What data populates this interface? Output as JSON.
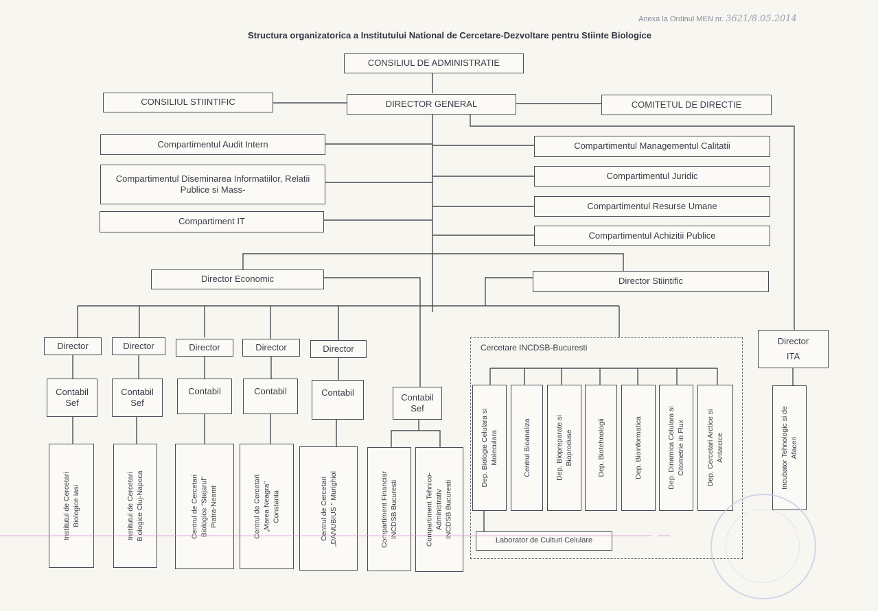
{
  "header": {
    "annex_text": "Anexa la Ordinul MEN nr.",
    "annex_handwritten": "3621/8.05.2014",
    "title": "Structura organizatorica a Institutului National de Cercetare-Dezvoltare pentru Stiinte Biologice"
  },
  "top": {
    "board": "CONSILIUL DE ADMINISTRATIE",
    "director_general": "DIRECTOR GENERAL",
    "scientific_council": "CONSILIUL STIINTIFIC",
    "steering_committee": "COMITETUL DE DIRECTIE"
  },
  "left_departments": [
    "Compartimentul Audit Intern",
    "Compartimentul Diseminarea Informatiilor, Relatii Publice si Mass-",
    "Compartiment IT"
  ],
  "right_departments": [
    "Compartimentul Managementul Calitatii",
    "Compartimentul Juridic",
    "Compartimentul Resurse Umane",
    "Compartimentul Achizitii Publice"
  ],
  "directors": {
    "economic": "Director Economic",
    "scientific": "Director Stiintific",
    "ita_line1": "Director",
    "ita_line2": "ITA"
  },
  "branches": [
    {
      "director": "Director",
      "accountant": "Contabil Sef",
      "unit": "Institutul de Cercetari\nBiologice Iasi"
    },
    {
      "director": "Director",
      "accountant": "Contabil Sef",
      "unit": "Institutul de Cercetari\nBiologice Cluj-Napoca"
    },
    {
      "director": "Director",
      "accountant": "Contabil",
      "unit": "Centrul de Cercetari\nBiologice \"Stejarul\"\nPiatra-Neamt"
    },
    {
      "director": "Director",
      "accountant": "Contabil",
      "unit": "Centrul de Cercetari\n„Marea Neagra\"\nConstanta"
    },
    {
      "director": "Director",
      "accountant": "Contabil",
      "unit": "Centrul de Cercetari\n„DANUBIUS \" Murighiol"
    }
  ],
  "bucharest_accounting": {
    "accountant": "Contabil Sef",
    "units": [
      "Compartiment Financiar\nINCDSB Bucuresti",
      "Compartiment Tehnico-\nAdministrativ\nINCDSB Bucuresti"
    ]
  },
  "research_group": {
    "label": "Cercetare INCDSB-Bucuresti",
    "departments": [
      "Dep. Biologie Celulara si\nMoleculara",
      "Centrul Bioanaliza",
      "Dep. Biopreparate si\nBioproduse",
      "Dep. Biotehnologii",
      "Dep. Bioinformatica",
      "Dep. Dinamica Celulara si\nCitometrie in Flux",
      "Dep. Cercetari Arctice si\nAntarcice"
    ],
    "lab": "Laborator de Culturi Celulare"
  },
  "incubator": "Incubator Tehnologic si de\nAfaceri"
}
